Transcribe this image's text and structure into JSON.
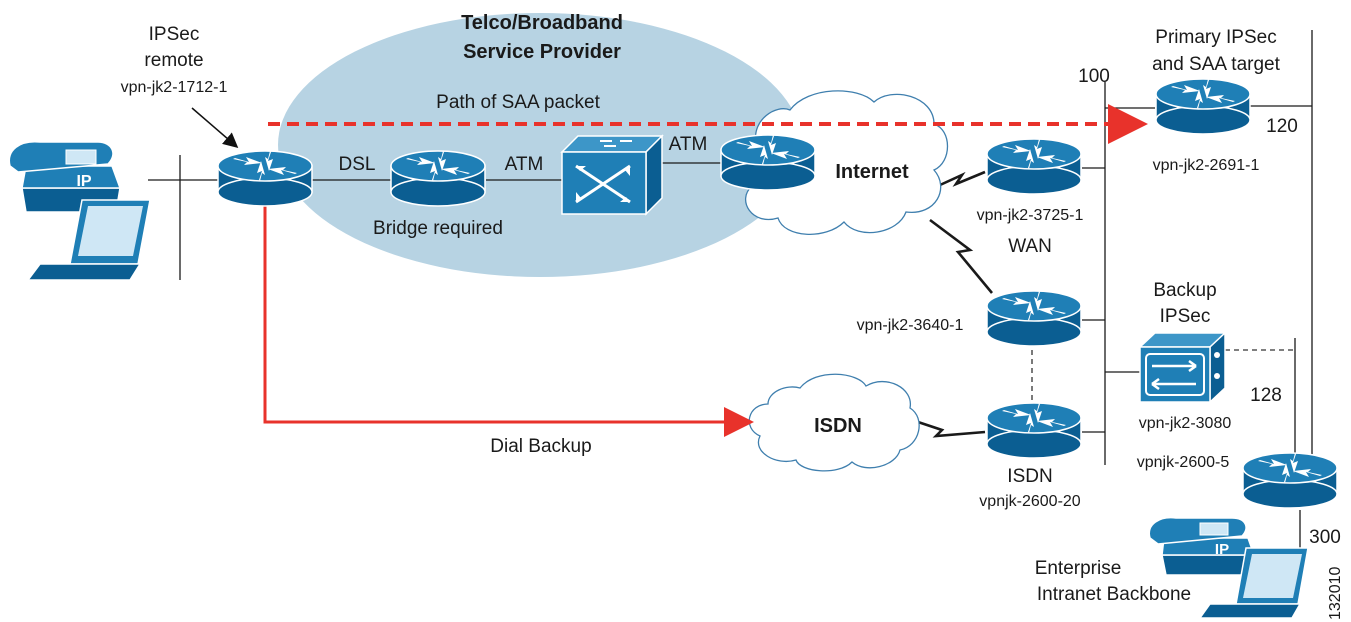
{
  "provider": {
    "title_line1": "Telco/Broadband",
    "title_line2": "Service Provider"
  },
  "remote": {
    "label_line1": "IPSec",
    "label_line2": "remote",
    "hostname": "vpn-jk2-1712-1"
  },
  "links": {
    "dsl": "DSL",
    "atm1": "ATM",
    "atm2": "ATM",
    "wan": "WAN",
    "bridge_note": "Bridge required"
  },
  "paths": {
    "saa_packet": "Path of SAA packet",
    "dial_backup": "Dial Backup",
    "saa_color": "#e8322b",
    "dial_color": "#e8322b"
  },
  "clouds": {
    "internet": "Internet",
    "isdn": "ISDN"
  },
  "routers": {
    "primary_label_line1": "Primary IPSec",
    "primary_label_line2": "and SAA target",
    "primary_hostname": "vpn-jk2-2691-1",
    "r3725": "vpn-jk2-3725-1",
    "r3640": "vpn-jk2-3640-1",
    "isdn_label": "ISDN",
    "isdn_hostname": "vpnjk-2600-20",
    "backup_label_line1": "Backup",
    "backup_label_line2": "IPSec",
    "backup_hostname": "vpn-jk2-3080",
    "r2600_5": "vpnjk-2600-5"
  },
  "vlans": {
    "v100": "100",
    "v120": "120",
    "v128": "128",
    "v300": "300"
  },
  "enterprise": {
    "line1": "Enterprise",
    "line2": "Intranet Backbone"
  },
  "figure_id": "132010",
  "phone_badge": "IP",
  "colors": {
    "device_blue": "#1f7fb6",
    "provider_oval": "#b7d3e3",
    "cloud_stroke": "#3f7fae"
  }
}
